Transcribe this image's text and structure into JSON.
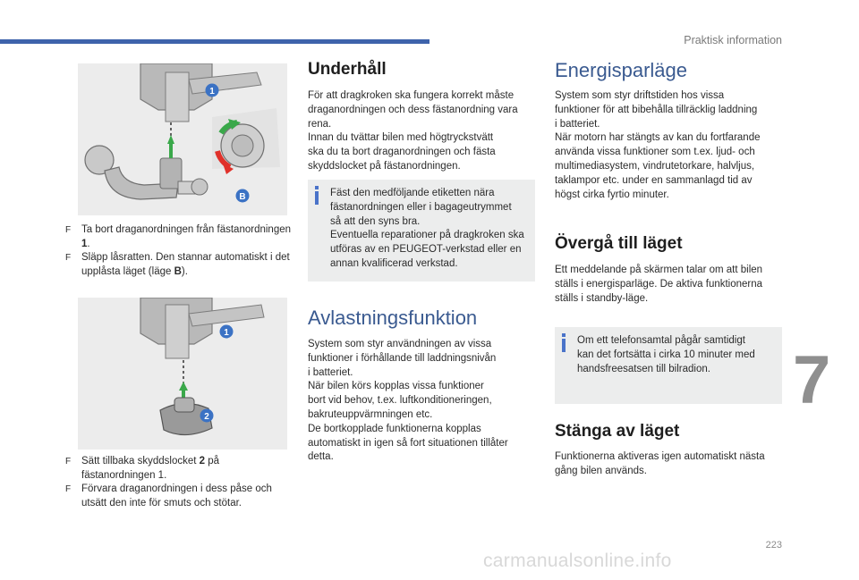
{
  "header": {
    "section_label": "Praktisk information",
    "chapter_number": "7",
    "page_number": "223",
    "watermark": "carmanualsonline.info"
  },
  "figures": {
    "fig1_labels": [
      "1",
      "B"
    ],
    "fig2_labels": [
      "1",
      "2"
    ]
  },
  "left": {
    "steps1": [
      {
        "marker": "F",
        "text_before": "Ta bort draganordningen från fästanordningen ",
        "bold": "1",
        "text_after": "."
      },
      {
        "marker": "F",
        "text_before": "Släpp låsratten. Den stannar automatiskt i det upplåsta läget (läge ",
        "bold": "B",
        "text_after": ")."
      }
    ],
    "steps2": [
      {
        "marker": "F",
        "text_before": "Sätt tillbaka skyddslocket ",
        "bold": "2",
        "text_after": " på fästanordningen 1."
      },
      {
        "marker": "F",
        "text_before": "Förvara draganordningen i dess påse och utsätt den inte för smuts och stötar.",
        "bold": "",
        "text_after": ""
      }
    ]
  },
  "middle": {
    "underhall_title": "Underhåll",
    "underhall_text": "För att dragkroken ska fungera korrekt måste\ndraganordningen och dess fästanordning vara\nrena.\nInnan du tvättar bilen med högtryckstvätt\nska du ta bort draganordningen och fästa\nskyddslocket på fästanordningen.",
    "underhall_note": "Fäst den medföljande etiketten nära\nfästanordningen eller i bagageutrymmet\nså att den syns bra.\nEventuella reparationer på dragkroken ska\nutföras av en PEUGEOT-verkstad eller en\nannan kvalificerad verkstad.",
    "avlastning_title": "Avlastningsfunktion",
    "avlastning_text": "System som styr användningen av vissa\nfunktioner i förhållande till laddningsnivån\ni batteriet.\nNär bilen körs kopplas vissa funktioner\nbort vid behov, t.ex. luftkonditioneringen,\nbakruteuppvärmningen etc.\nDe bortkopplade funktionerna kopplas\nautomatiskt in igen så fort situationen tillåter\ndetta."
  },
  "right": {
    "energi_title": "Energisparläge",
    "energi_text": "System som styr driftstiden hos vissa\nfunktioner för att bibehålla tillräcklig laddning\ni batteriet.\nNär motorn har stängts av kan du fortfarande\nanvända vissa funktioner som t.ex. ljud- och\nmultimediasystem, vindrutetorkare, halvljus,\ntaklampor etc. under en sammanlagd tid av\nhögst cirka fyrtio minuter.",
    "overga_title": "Övergå till läget",
    "overga_text": "Ett meddelande på skärmen talar om att bilen\nställs i energisparläge. De aktiva funktionerna\nställs i standby-läge.",
    "overga_note": "Om ett telefonsamtal pågår samtidigt\nkan det fortsätta i cirka 10 minuter med\nhandsfreesatsen till bilradion.",
    "stanga_title": "Stänga av läget",
    "stanga_text": "Funktionerna aktiveras igen automatiskt nästa\ngång bilen används."
  },
  "colors": {
    "accent_blue": "#3e63ab",
    "callout_blue": "#3b72c4",
    "note_bg": "#eceded",
    "green_arrow": "#3aa84a",
    "red_arrow": "#e0312a"
  }
}
